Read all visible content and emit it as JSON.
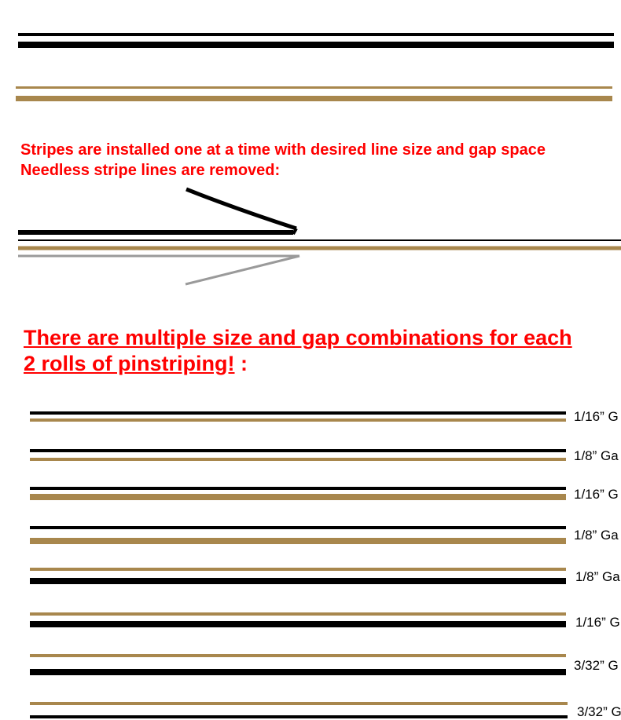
{
  "colors": {
    "black": "#000000",
    "gold": "#a8874d",
    "gray": "#9a9a9a",
    "red": "#ff0000"
  },
  "caption": {
    "line1": "Stripes are installed one at a time with desired line size and gap space",
    "line2": "Needless stripe lines are removed:"
  },
  "headline": {
    "line1": "There are multiple size and gap combinations for each",
    "line2_underlined": "2 rolls of pinstriping!",
    "line2_suffix": " :"
  },
  "combinations": [
    {
      "label": "1/16” G"
    },
    {
      "label": "1/8” Ga"
    },
    {
      "label": "1/16” G"
    },
    {
      "label": "1/8” Ga"
    },
    {
      "label": "1/8” Ga"
    },
    {
      "label": "1/16” G"
    },
    {
      "label": "3/32” G"
    },
    {
      "label": "3/32” G"
    }
  ]
}
